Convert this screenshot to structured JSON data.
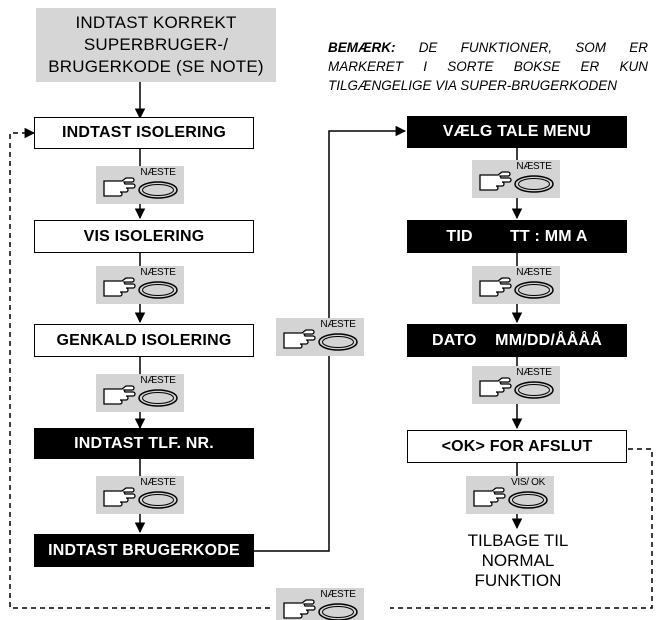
{
  "header_box": {
    "line1": "INDTAST KORREKT",
    "line2": "SUPERBRUGER-/",
    "line3": "BRUGERKODE (SE NOTE)"
  },
  "note": {
    "label": "BEMÆRK:",
    "text": "DE FUNKTIONER, SOM ER MARKERET I SORTE BOKSE ER KUN TILGÆNGELIGE VIA SUPER-BRUGERKODEN"
  },
  "left_column": [
    {
      "label": "INDTAST ISOLERING",
      "style": "light"
    },
    {
      "label": "VIS ISOLERING",
      "style": "light"
    },
    {
      "label": "GENKALD ISOLERING",
      "style": "light"
    },
    {
      "label": "INDTAST TLF. NR.",
      "style": "dark"
    },
    {
      "label": "INDTAST BRUGERKODE",
      "style": "dark"
    }
  ],
  "right_column": [
    {
      "label": "VÆLG TALE MENU",
      "style": "dark"
    },
    {
      "label": "TID        TT : MM A",
      "style": "dark"
    },
    {
      "label": "DATO    MM/DD/ÅÅÅÅ",
      "style": "dark"
    },
    {
      "label": "<OK> FOR AFSLUT",
      "style": "light"
    }
  ],
  "keys": {
    "next": "NÆSTE",
    "view_ok": "VIS/ OK"
  },
  "exit": {
    "line1": "TILBAGE TIL",
    "line2": "NORMAL",
    "line3": "FUNKTION"
  }
}
